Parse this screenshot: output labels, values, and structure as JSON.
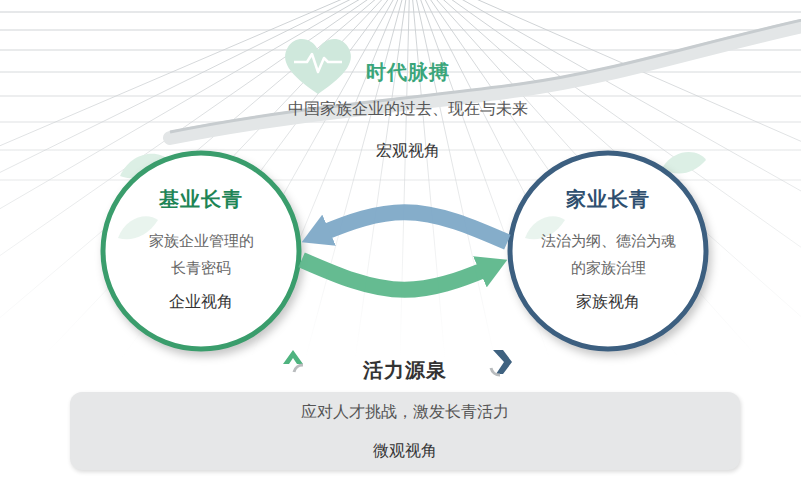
{
  "diagram": {
    "nodes": [
      {
        "text": [
          "基业长青",
          "家族企业管理的 长青密码",
          "企业视角"
        ]
      },
      {
        "text": [
          "家业长青",
          "法治为纲、德治为魂 的家族治理",
          "家族视角"
        ]
      },
      {
        "text": [
          "活力源泉",
          "应对人才挑战，激发长青活力",
          "微观视角"
        ]
      }
    ],
    "edges": [
      {
        "from": 0,
        "to": 1,
        "arrow": "to"
      },
      {
        "from": 1,
        "to": 0,
        "arrow": "to"
      }
    ],
    "labels": [
      "时代脉搏",
      "中国家族企业的过去、现在与未来",
      "宏观视角"
    ]
  }
}
